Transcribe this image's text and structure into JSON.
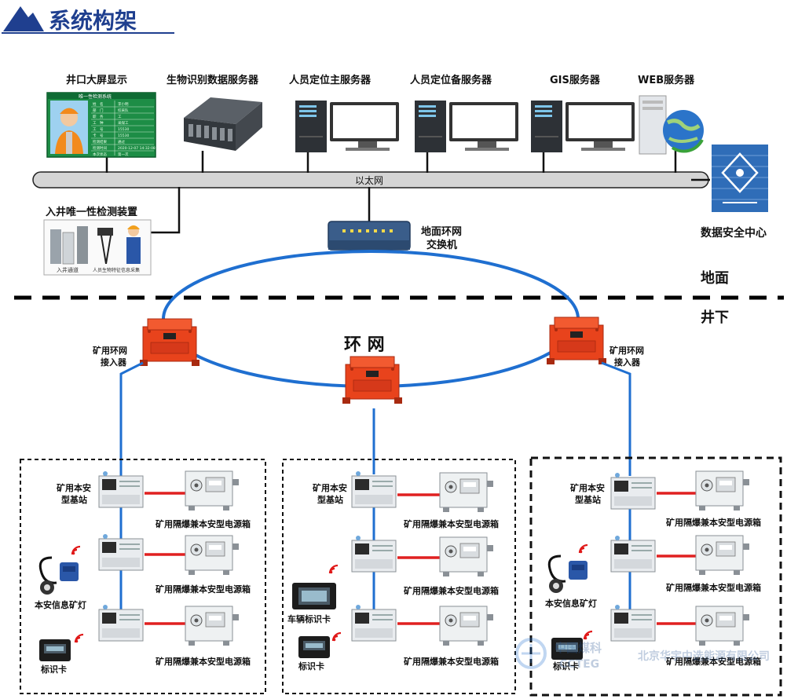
{
  "header": {
    "title": "系统构架"
  },
  "surface": {
    "devices": {
      "big_screen": "井口大屏显示",
      "bio_server": "生物识别数据服务器",
      "loc_main_server": "人员定位主服务器",
      "loc_backup_server": "人员定位备服务器",
      "gis_server": "GIS服务器",
      "web_server": "WEB服务器"
    },
    "ethernet_label": "以太网",
    "detection_device": "入井唯一性检测装置",
    "detection_sub1": "入井通道",
    "detection_sub2": "人员生物特征信息采集",
    "switch_line1": "地面环网",
    "switch_line2": "交换机",
    "security_center": "数据安全中心",
    "screen": {
      "header": "唯一性检测系统",
      "rows": [
        {
          "k": "姓　名",
          "v": "李小明"
        },
        {
          "k": "部　门",
          "v": "综采队"
        },
        {
          "k": "职　务",
          "v": "工"
        },
        {
          "k": "工　种",
          "v": "采煤工"
        },
        {
          "k": "工　号",
          "v": "15530"
        },
        {
          "k": "卡　号",
          "v": "15530"
        },
        {
          "k": "检测结果",
          "v": "通过"
        },
        {
          "k": "检测时间",
          "v": "2020-12-07 14:32:08"
        },
        {
          "k": "本次状态",
          "v": "第一次"
        }
      ]
    }
  },
  "zones": {
    "above": "地面",
    "below": "井下"
  },
  "underground": {
    "ring_label": "环 网",
    "ring_access_left_1": "矿用环网",
    "ring_access_left_2": "接入器",
    "ring_access_right_1": "矿用环网",
    "ring_access_right_2": "接入器",
    "base_station_1": "矿用本安",
    "base_station_2": "型基站",
    "power_box": "矿用隔爆兼本安型电源箱",
    "lamp": "本安信息矿灯",
    "card": "标识卡",
    "vehicle_card": "车辆标识卡"
  },
  "watermark": {
    "logo_cn": "中国煤科",
    "logo_en": "CCTEG",
    "company": "北京华宇中选能源有限公司"
  },
  "colors": {
    "title_blue": "#1f3f8f",
    "ring_blue": "#1f6fd0",
    "cable_red": "#e02020",
    "device_orange": "#e8431c",
    "ethernet_fill": "#d5d5d5"
  }
}
